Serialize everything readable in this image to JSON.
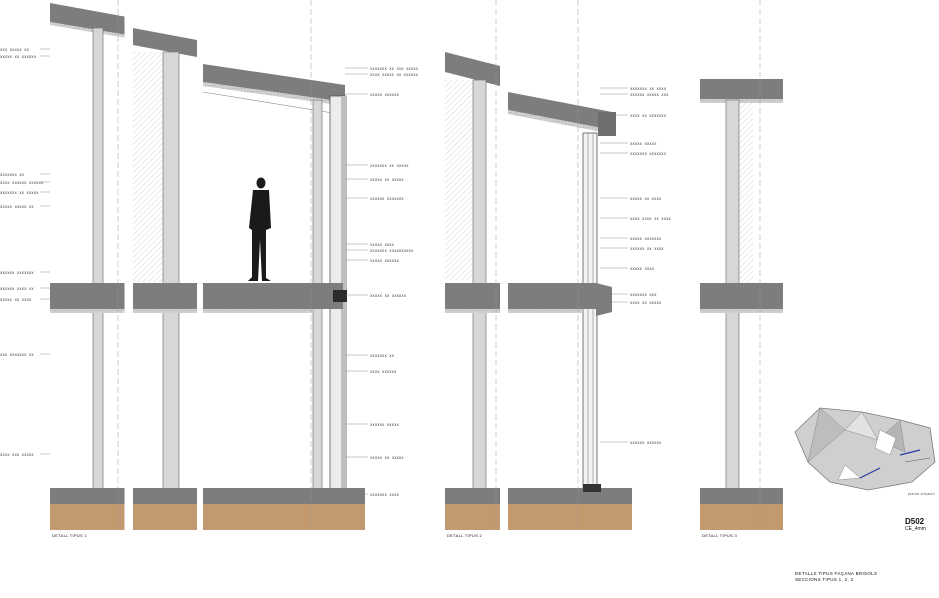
{
  "sheet": {
    "code": "D502",
    "scale": "CE_4mm",
    "title_line1": "DETALLS TIPUS FAÇANA BRISOLS",
    "title_line2": "SECCIONS TIPUS 1, 2, 3",
    "keyplan_label": "planta situació"
  },
  "details": [
    {
      "label": "DETALL TIPUS 1"
    },
    {
      "label": "DETALL TIPUS 2"
    },
    {
      "label": "DETALL TIPUS 3"
    }
  ],
  "annotations": {
    "left": [
      "xxx xxxxx xx",
      "xxxxx xx xxxxxx",
      "xxxxxxx xx",
      "xxxx xxxxxx xxxxxx",
      "xxxxxxx xx xxxxx",
      "xxxxx xxxxx xx",
      "xxxxxx xxxxxxx",
      "xxxxxx xxxx xx",
      "xxxxx xx xxxx",
      "xxx xxxxxxx xx",
      "xxxx xxx xxxxx"
    ],
    "mid": [
      "xxxxxxx xx xxx xxxxx",
      "xxxx xxxxx xx xxxxxx",
      "xxxxx xxxxxx",
      "xxxxxxx xx xxxxx",
      "xxxxx xx xxxxx",
      "xxxxxx xxxxxxx",
      "xxxxx xxxx",
      "xxxxxxx xxxxxxxxxx",
      "xxxxx xxxxxx",
      "xxxxx xx xxxxxx",
      "xxxxxxx xx",
      "xxxx xxxxxx",
      "xxxxxx xxxxx",
      "xxxxx xx xxxxx",
      "xxxxxxx xxxx"
    ],
    "right": [
      "xxxxxxx xx xxxx",
      "xxxxxx xxxxx xxx",
      "xxxx xx xxxxxxx",
      "xxxxx xxxxx",
      "xxxxxxx xxxxxxx",
      "xxxxx xx xxxx",
      "xxxx xxxx xx xxxx",
      "xxxxx xxxxxxx",
      "xxxxxx xx xxxx",
      "xxxxx xxxx",
      "xxxxxxx xxx",
      "xxxx xx xxxxx",
      "xxxxxx xxxxxx"
    ]
  }
}
